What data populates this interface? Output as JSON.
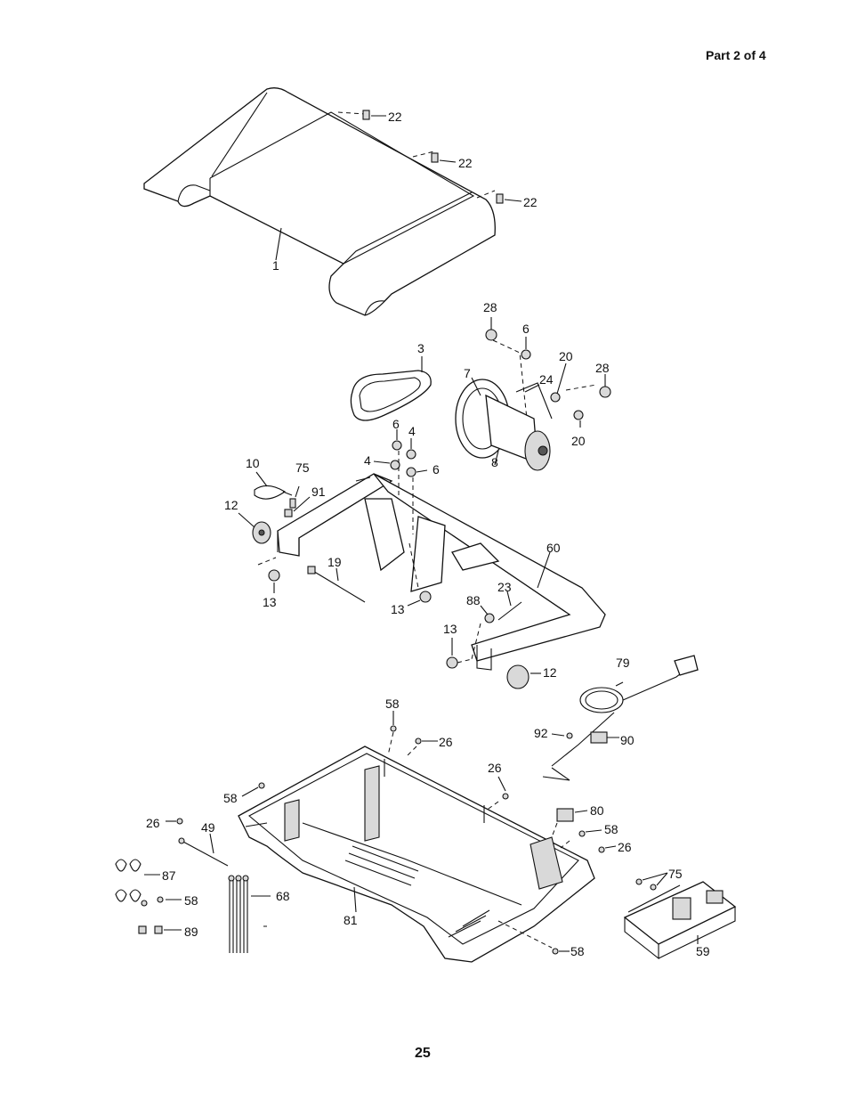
{
  "header": {
    "part_label": "Part 2 of 4"
  },
  "footer": {
    "page_number": "25"
  },
  "callouts": {
    "c1": "1",
    "c3": "3",
    "c4a": "4",
    "c4b": "4",
    "c6a": "6",
    "c6b": "6",
    "c6c": "6",
    "c7": "7",
    "c8": "8",
    "c10": "10",
    "c12a": "12",
    "c12b": "12",
    "c13a": "13",
    "c13b": "13",
    "c13c": "13",
    "c19": "19",
    "c20a": "20",
    "c20b": "20",
    "c22a": "22",
    "c22b": "22",
    "c22c": "22",
    "c23": "23",
    "c24": "24",
    "c26a": "26",
    "c26b": "26",
    "c26c": "26",
    "c26d": "26",
    "c28a": "28",
    "c28b": "28",
    "c49": "49",
    "c58a": "58",
    "c58b": "58",
    "c58c": "58",
    "c58d": "58",
    "c58e": "58",
    "c59": "59",
    "c60": "60",
    "c68": "68",
    "c75a": "75",
    "c75b": "75",
    "c79": "79",
    "c80": "80",
    "c81": "81",
    "c87": "87",
    "c88": "88",
    "c89": "89",
    "c90": "90",
    "c91": "91",
    "c92": "92"
  }
}
